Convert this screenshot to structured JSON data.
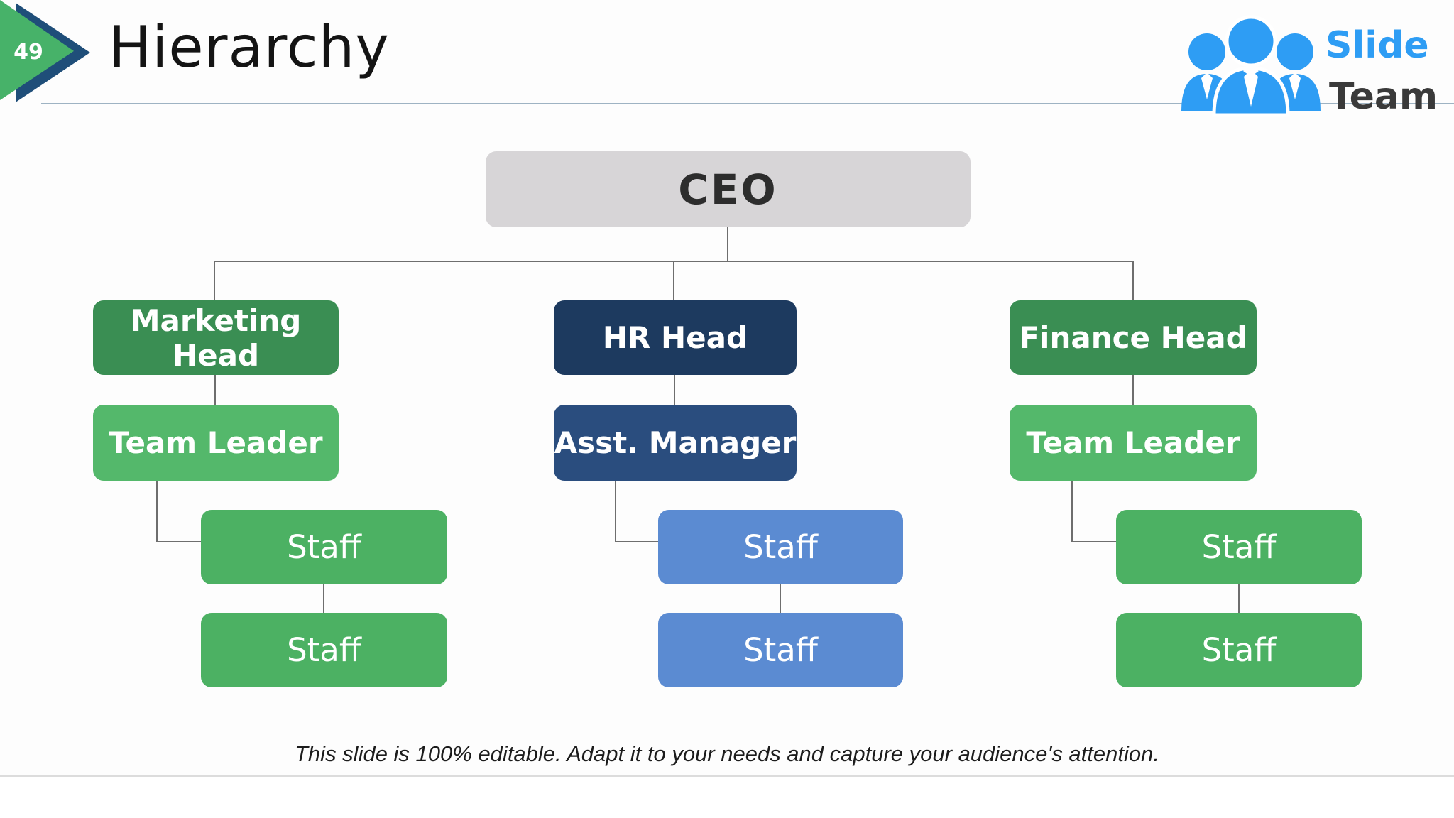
{
  "page": {
    "number": "49",
    "title": "Hierarchy"
  },
  "logo": {
    "line1": "Slide",
    "line2": "Team",
    "icon": "people-icon",
    "blue": "#2e9df4",
    "dark": "#3a3a3a"
  },
  "footer": {
    "note": "This slide is 100% editable. Adapt it to your needs and capture your audience's attention."
  },
  "palette": {
    "badge_green": "#47b269",
    "badge_navy": "#1f4e79",
    "header_line": "#9eb3c3",
    "connector": "#6e6e6e",
    "ceo_gray": "#d7d5d7",
    "ceo_text": "#2d2d2d",
    "dark_green": "#3a8e53",
    "light_green": "#54b86b",
    "staff_green": "#4cb163",
    "dark_navy": "#1d3a5f",
    "mid_navy": "#2a4d7e",
    "staff_blue": "#5b8bd2"
  },
  "org_chart": {
    "root": {
      "label": "CEO",
      "color": "#d7d5d7",
      "text_color": "#2d2d2d"
    },
    "branches": [
      {
        "head": {
          "label": "Marketing Head",
          "color": "#3a8e53"
        },
        "manager": {
          "label": "Team Leader",
          "color": "#54b86b"
        },
        "staff": [
          {
            "label": "Staff",
            "color": "#4cb163"
          },
          {
            "label": "Staff",
            "color": "#4cb163"
          }
        ]
      },
      {
        "head": {
          "label": "HR Head",
          "color": "#1d3a5f"
        },
        "manager": {
          "label": "Asst. Manager",
          "color": "#2a4d7e"
        },
        "staff": [
          {
            "label": "Staff",
            "color": "#5b8bd2"
          },
          {
            "label": "Staff",
            "color": "#5b8bd2"
          }
        ]
      },
      {
        "head": {
          "label": "Finance Head",
          "color": "#3a8e53"
        },
        "manager": {
          "label": "Team Leader",
          "color": "#54b86b"
        },
        "staff": [
          {
            "label": "Staff",
            "color": "#4cb163"
          },
          {
            "label": "Staff",
            "color": "#4cb163"
          }
        ]
      }
    ]
  }
}
